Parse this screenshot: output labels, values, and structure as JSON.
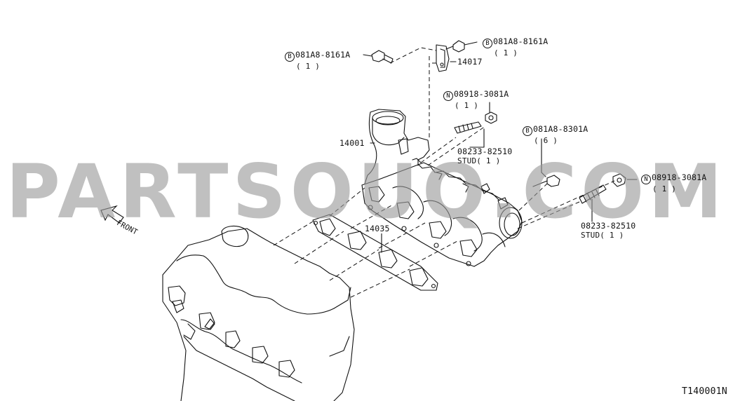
{
  "diagram": {
    "id": "T140001N",
    "front_label": "FRONT",
    "watermark": "PARTSOUQ.COM",
    "colors": {
      "line": "#111111",
      "watermark": "#9a9a9a"
    }
  },
  "callouts": {
    "bolt_left": {
      "prefix": "B",
      "code": "081A8-8161A",
      "qty": "( 1 )"
    },
    "bolt_top": {
      "prefix": "B",
      "code": "081A8-8161A",
      "qty": "( 1 )"
    },
    "bracket": {
      "code": "14017"
    },
    "nut_top": {
      "prefix": "N",
      "code": "08918-3081A",
      "qty": "( 1 )"
    },
    "manifold": {
      "code": "14001"
    },
    "stud_center": {
      "code": "08233-82510",
      "qty": "STUD( 1 )"
    },
    "bolt_right": {
      "prefix": "B",
      "code": "081A8-8301A",
      "qty": "( 6 )"
    },
    "nut_right": {
      "prefix": "N",
      "code": "08918-3081A",
      "qty": "( 1 )"
    },
    "stud_right": {
      "code": "08233-82510",
      "qty": "STUD( 1 )"
    },
    "gasket": {
      "code": "14035"
    }
  }
}
